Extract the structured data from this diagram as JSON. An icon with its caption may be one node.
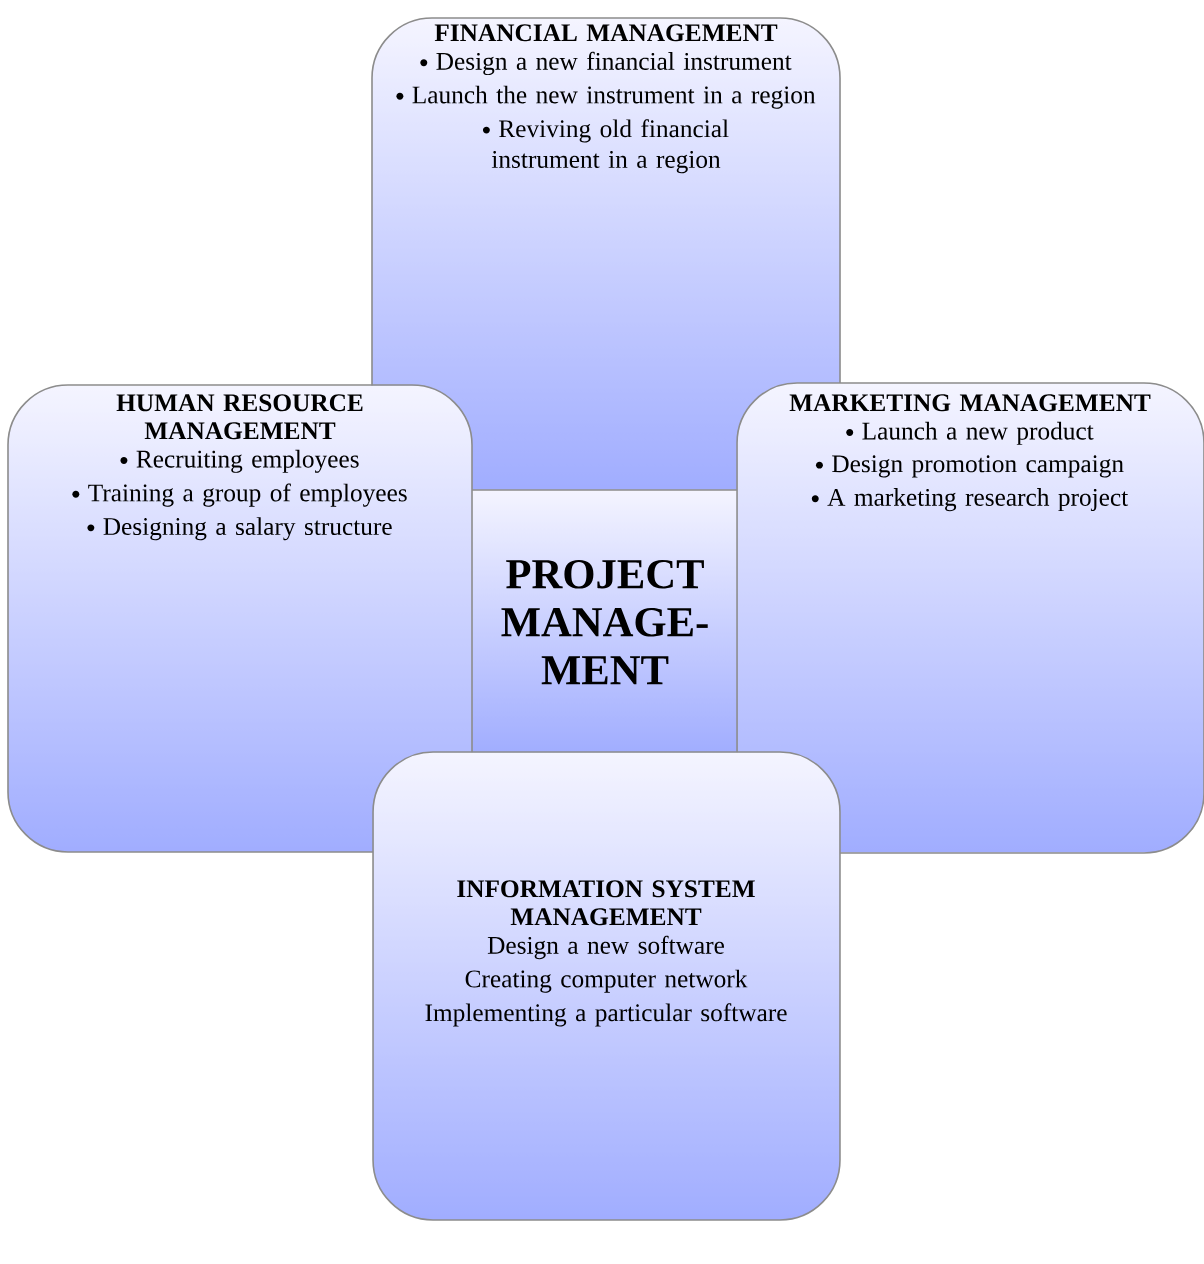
{
  "diagram": {
    "nodes": [
      {
        "text": [
          "FINANCIAL MANAGEMENT",
          "Design a new financial instrument",
          "Launch the new instrument in a region",
          "Reviving old financial instrument in a region"
        ]
      },
      {
        "text": [
          "HUMAN RESOURCE MANAGEMENT",
          "Recruiting employees",
          "Training a group of employees",
          "Designing a salary structure"
        ]
      },
      {
        "text": [
          "PROJECT MANAGE-MENT"
        ]
      },
      {
        "text": [
          "MARKETING MANAGEMENT",
          "Launch a new product",
          "Design promotion campaign",
          "A marketing research project"
        ]
      },
      {
        "text": [
          "INFORMATION SYSTEM MANAGEMENT",
          "Design a new software",
          "Creating computer network",
          "Implementing a particular software"
        ]
      }
    ]
  }
}
